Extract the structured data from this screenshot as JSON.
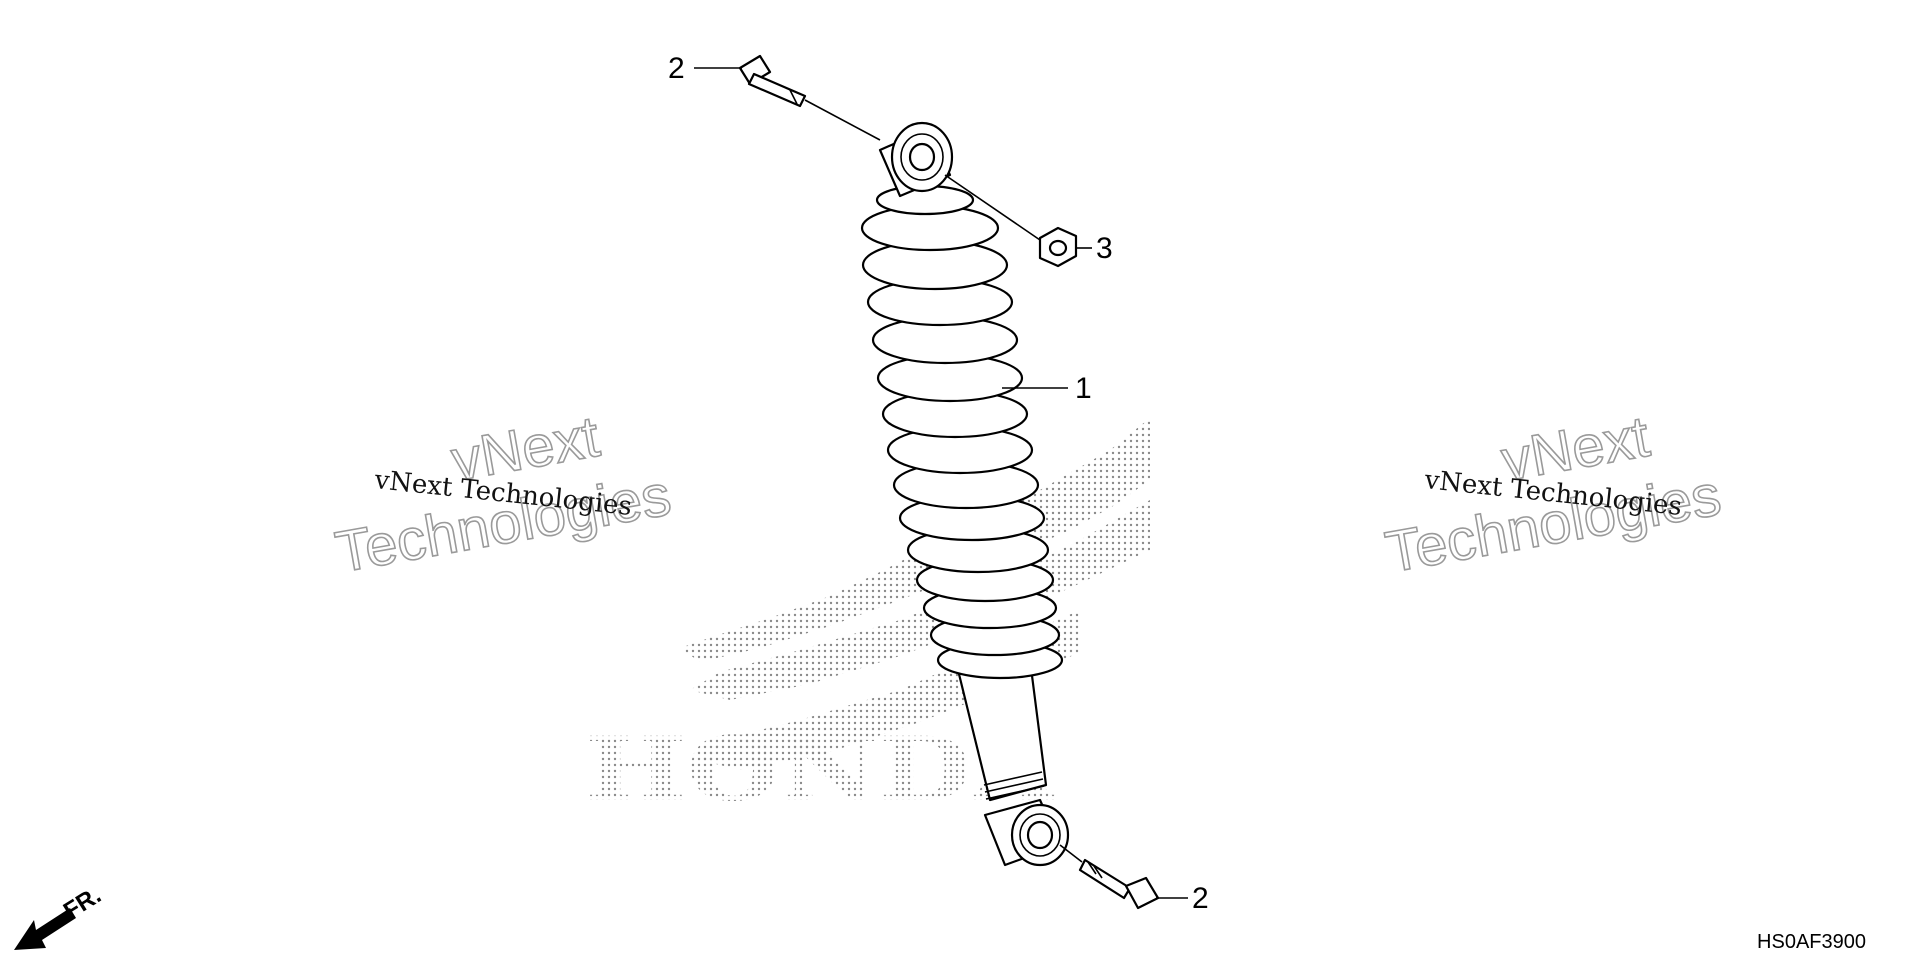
{
  "watermark": {
    "small_text": "vNext Technologies",
    "big_line1": "vNext",
    "big_line2": "Technologies"
  },
  "brand_logo": {
    "text": "HONDA"
  },
  "callouts": {
    "shock_absorber": "1",
    "upper_bolt": "2",
    "flange_nut": "3",
    "lower_bolt": "2"
  },
  "orientation": {
    "label": "FR."
  },
  "diagram_code": "HS0AF3900",
  "colors": {
    "line": "#000000",
    "watermark_outline": "#9a9a9a",
    "logo_dots": "#8a8a8a"
  }
}
